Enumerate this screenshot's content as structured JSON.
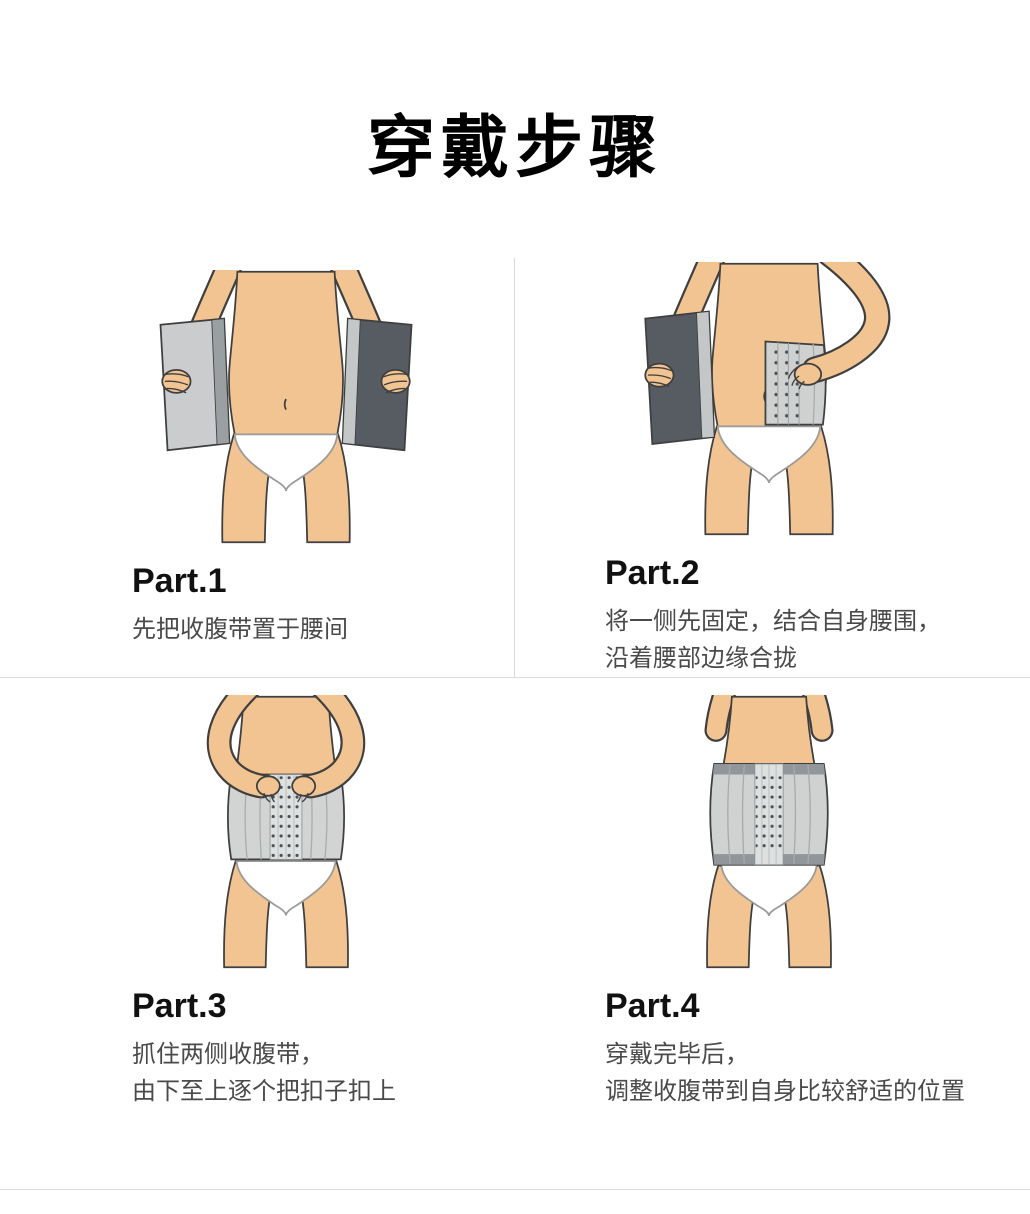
{
  "page": {
    "title": "穿戴步骤",
    "background": "#ffffff"
  },
  "steps": [
    {
      "label": "Part.1",
      "caption": "先把收腹带置于腰间"
    },
    {
      "label": "Part.2",
      "caption": "将一侧先固定，结合自身腰围，\n沿着腰部边缘合拢"
    },
    {
      "label": "Part.3",
      "caption": "抓住两侧收腹带，\n由下至上逐个把扣子扣上"
    },
    {
      "label": "Part.4",
      "caption": "穿戴完毕后，\n调整收腹带到自身比较舒适的位置"
    }
  ],
  "colors": {
    "title_text": "#000000",
    "label_text": "#111111",
    "caption_text": "#4a4a4a",
    "divider": "#d9d9d9",
    "skin": "#f1c492",
    "band_light": "#d2d4d4",
    "band_dark": "#565c62",
    "hook_dot": "#4a4f52",
    "underwear": "#ffffff"
  }
}
